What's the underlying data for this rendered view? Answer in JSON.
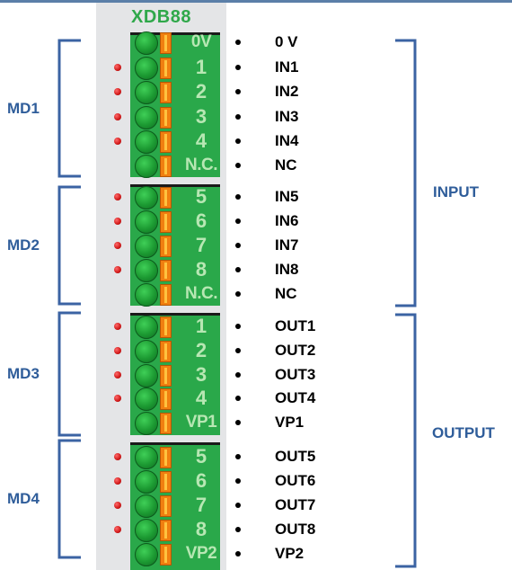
{
  "module": {
    "title": "XDB88"
  },
  "pins": [
    {
      "terminal": "0V",
      "signal": "0 V",
      "led": false
    },
    {
      "terminal": "1",
      "signal": "IN1",
      "led": true
    },
    {
      "terminal": "2",
      "signal": "IN2",
      "led": true
    },
    {
      "terminal": "3",
      "signal": "IN3",
      "led": true
    },
    {
      "terminal": "4",
      "signal": "IN4",
      "led": true
    },
    {
      "terminal": "N.C.",
      "signal": "NC",
      "led": false
    },
    {
      "terminal": "5",
      "signal": "IN5",
      "led": true
    },
    {
      "terminal": "6",
      "signal": "IN6",
      "led": true
    },
    {
      "terminal": "7",
      "signal": "IN7",
      "led": true
    },
    {
      "terminal": "8",
      "signal": "IN8",
      "led": true
    },
    {
      "terminal": "N.C.",
      "signal": "NC",
      "led": false
    },
    {
      "terminal": "1",
      "signal": "OUT1",
      "led": true
    },
    {
      "terminal": "2",
      "signal": "OUT2",
      "led": true
    },
    {
      "terminal": "3",
      "signal": "OUT3",
      "led": true
    },
    {
      "terminal": "4",
      "signal": "OUT4",
      "led": true
    },
    {
      "terminal": "VP1",
      "signal": "VP1",
      "led": false
    },
    {
      "terminal": "5",
      "signal": "OUT5",
      "led": true
    },
    {
      "terminal": "6",
      "signal": "OUT6",
      "led": true
    },
    {
      "terminal": "7",
      "signal": "OUT7",
      "led": true
    },
    {
      "terminal": "8",
      "signal": "OUT8",
      "led": true
    },
    {
      "terminal": "VP2",
      "signal": "VP2",
      "led": false
    }
  ],
  "groups": [
    {
      "label": "MD1"
    },
    {
      "label": "MD2"
    },
    {
      "label": "MD3"
    },
    {
      "label": "MD4"
    }
  ],
  "sections": [
    {
      "label": "INPUT"
    },
    {
      "label": "OUTPUT"
    }
  ],
  "colors": {
    "terminal_green": "#2aa84a",
    "bracket_blue": "#3b63a3",
    "led_red": "#d01818",
    "lever_orange": "#f07f10"
  }
}
